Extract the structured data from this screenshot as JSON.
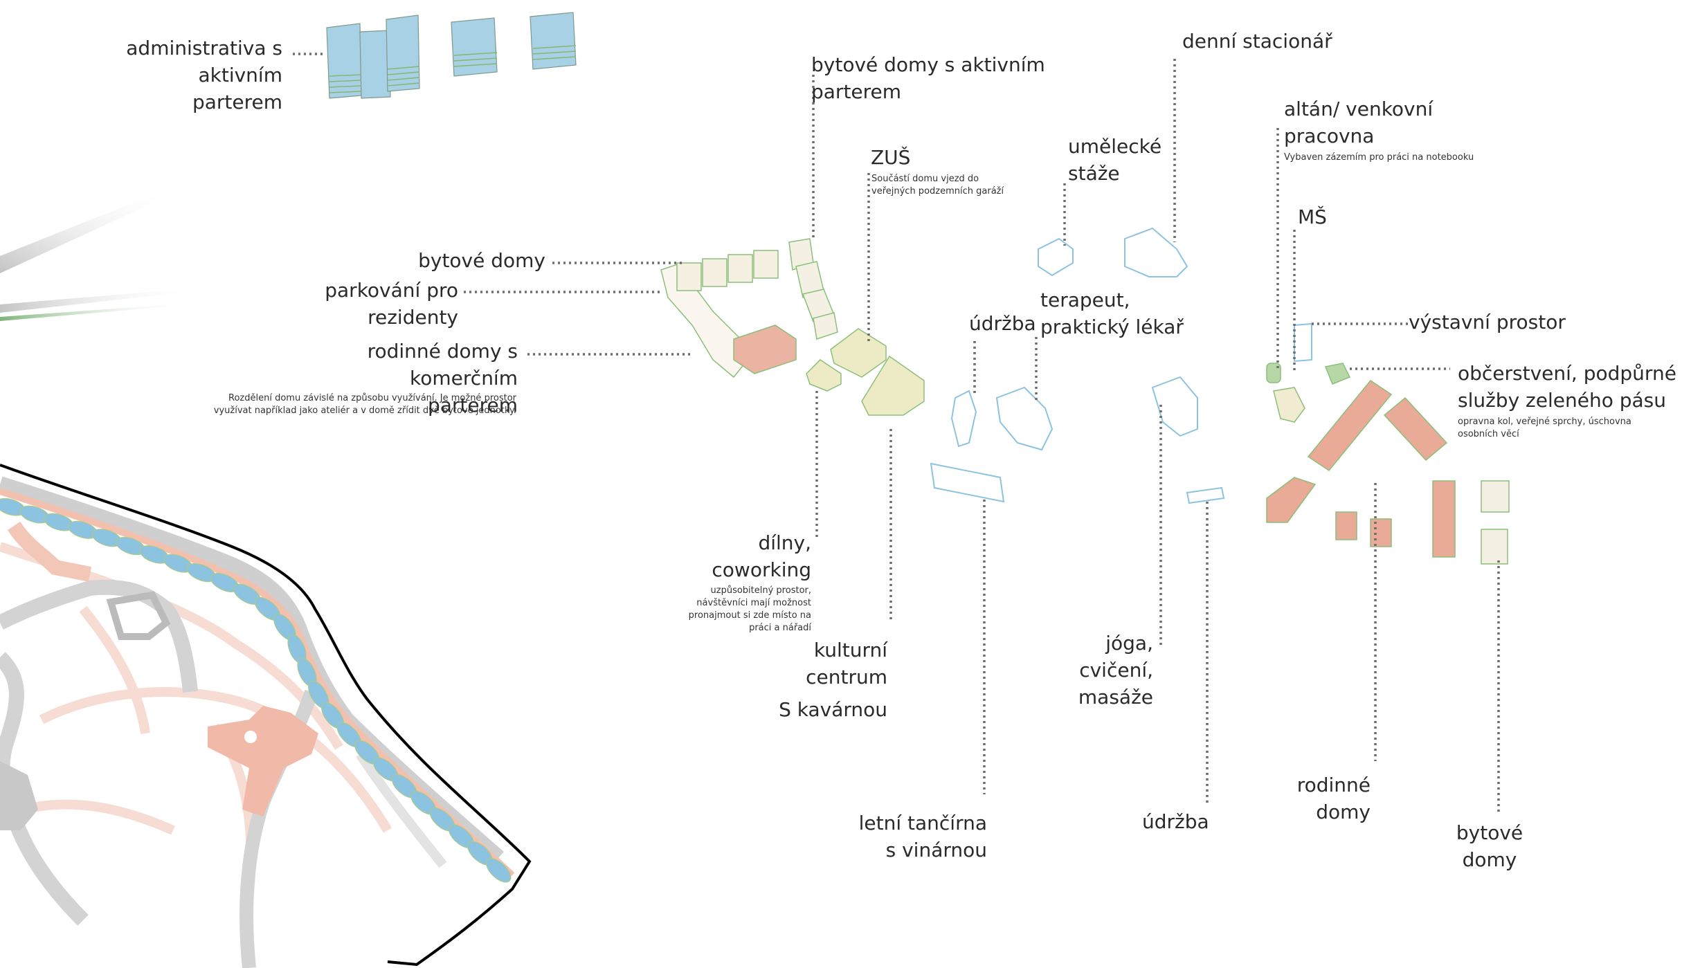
{
  "colors": {
    "residential_green": "#8bbf7a",
    "commercial_red": "#e9a28f",
    "culture_yellow": "#ece7c2",
    "service_blue": "#8cc3e0",
    "admin_blue": "#a9d1e6",
    "road_grey": "#d3d3d3",
    "path_salmon": "#f2c7b8",
    "boundary_black": "#000000"
  },
  "labels": {
    "administrativa": "administrativa s aktivním\nparterem",
    "bytove_domy_aktivni": "bytové domy s aktivním\nparterem",
    "zus": "ZUŠ",
    "zus_note": "Součástí domu vjezd do\nveřejných podzemních garáží",
    "umelecke_staze": "umělecké\nstáže",
    "denni_stacionar": "denní stacionář",
    "altan": "altán/ venkovní\npracovna",
    "altan_note": "Vybaven zázemím pro práci na notebooku",
    "ms": "MŠ",
    "bytove_domy_left": "bytové domy",
    "parkovani": "parkování pro rezidenty",
    "rodinne_komercni": "rodinné domy s komerčním\nparterem",
    "rodinne_komercni_note": "Rozdělení domu závislé na způsobu využívání. Je možné prostor\nvyužívat například jako ateliér a v domě zřídit dvě bytové jednotky.",
    "udrzba_top": "údržba",
    "terapeut": "terapeut,\npraktický lékař",
    "vystavni": "výstavní prostor",
    "obcerstveni": "občerstvení, podpůrné\nslužby zeleného pásu",
    "obcerstveni_note": "opravna kol, veřejné sprchy, úschovna\nosobních věcí",
    "dilny": "dílny,\ncoworking",
    "dilny_note": "uzpůsobitelný prostor,\nnávštěvníci mají možnost\npronajmout si zde místo na\npráci a nářadí",
    "kulturni": "kulturní\ncentrum",
    "kavarna": "S kavárnou",
    "joga": "jóga,\ncvičení,\nmasáže",
    "tancirna": "letní tančírna\ns vinárnou",
    "udrzba_bottom": "údržba",
    "rodinne_domy": "rodinné\ndomy",
    "bytove_domy_right": "bytové\ndomy"
  }
}
